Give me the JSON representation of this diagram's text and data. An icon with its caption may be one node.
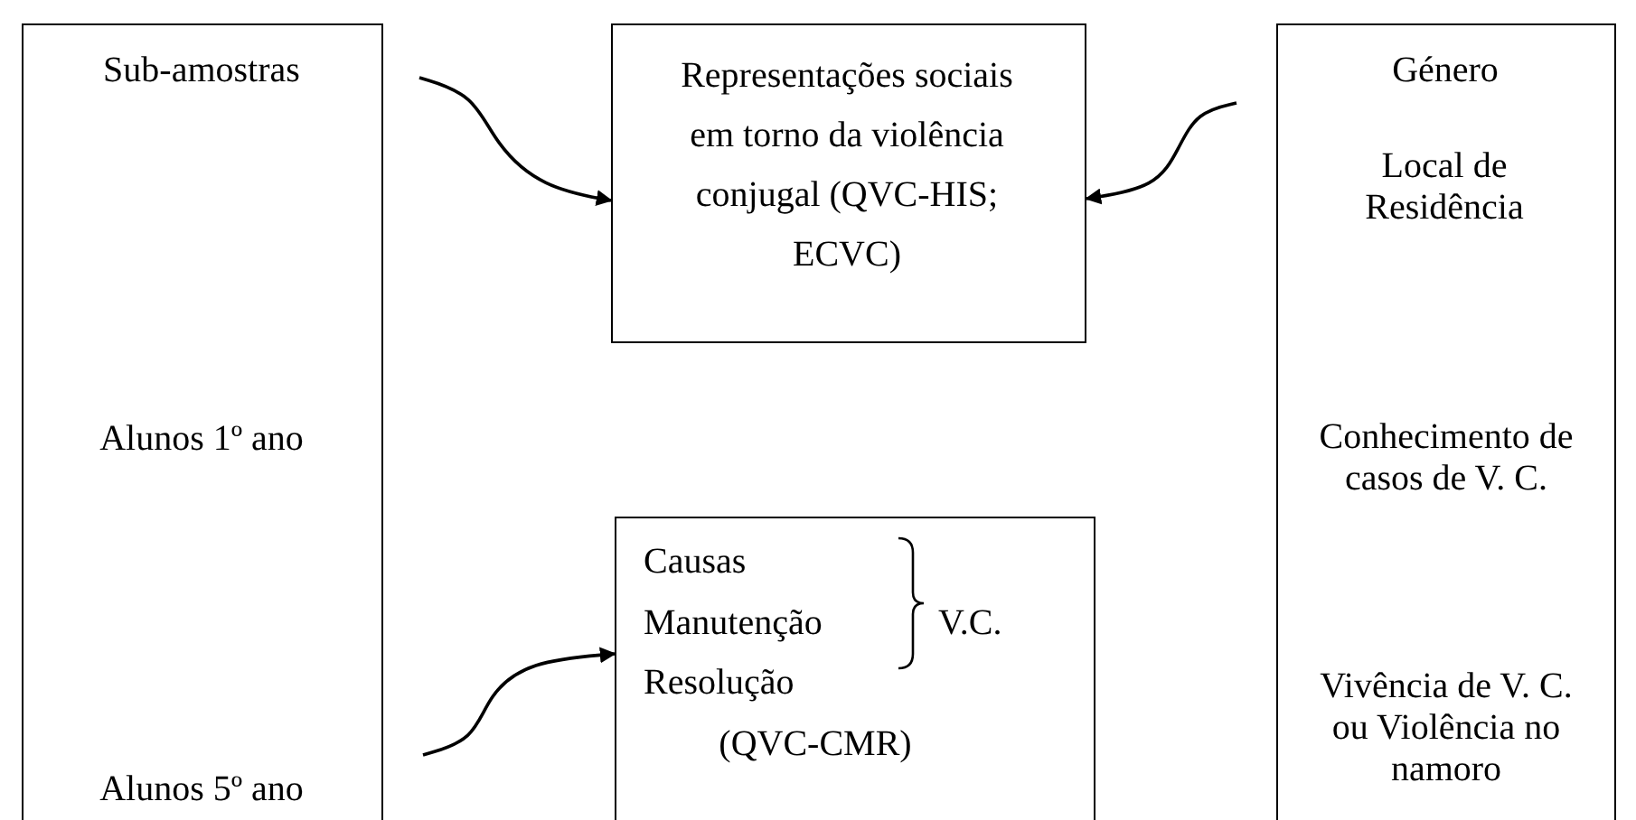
{
  "diagram": {
    "nodes": [
      {
        "text": [
          "Sub-amostras",
          "Alunos 1º ano",
          "Alunos 5º ano"
        ]
      },
      {
        "text": [
          "Representações sociais em torno da violência conjugal (QVC-HIS; ECVC)"
        ]
      },
      {
        "text": [
          "Causas",
          "Manutenção",
          "Resolução",
          "V.C.",
          "(QVC-CMR)"
        ]
      },
      {
        "text": [
          "Género",
          "Local de Residência",
          "Conhecimento de casos de V. C.",
          "Vivência de V. C. ou Violência no namoro"
        ]
      }
    ],
    "edges": [
      {
        "from": null,
        "to": 1,
        "arrow": "to"
      },
      {
        "from": null,
        "to": 1,
        "arrow": "to"
      },
      {
        "from": null,
        "to": 2,
        "arrow": "to"
      }
    ]
  }
}
